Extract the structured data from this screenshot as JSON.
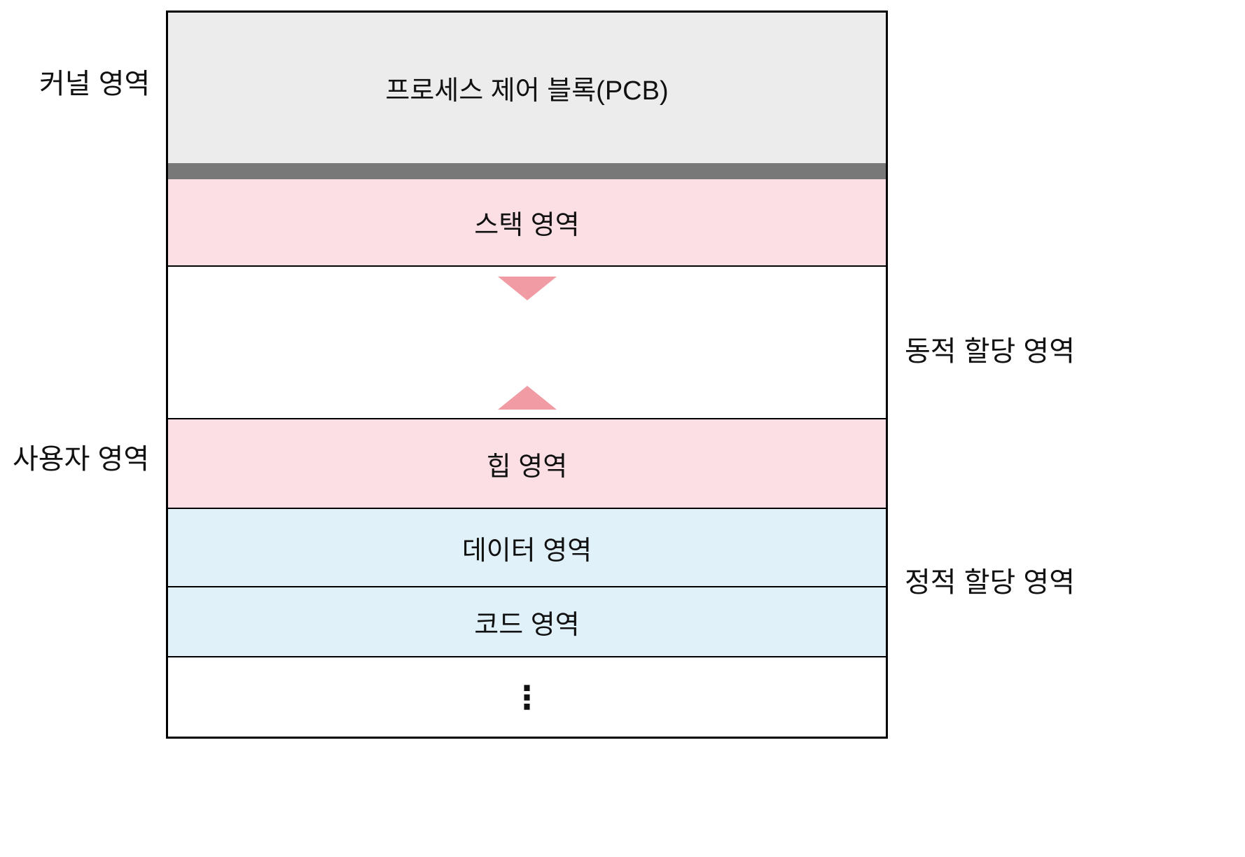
{
  "diagram": {
    "outside_labels": {
      "kernel_area": "커널 영역",
      "user_area": "사용자 영역",
      "dynamic_alloc": "동적 할당 영역",
      "static_alloc": "정적 할당 영역"
    },
    "sections": {
      "pcb": "프로세스 제어 블록(PCB)",
      "stack": "스택 영역",
      "heap": "힙 영역",
      "data": "데이터 영역",
      "code": "코드 영역",
      "ellipsis": "⋮"
    },
    "icons": {
      "stack_growth_arrow": "triangle-down",
      "heap_growth_arrow": "triangle-up"
    },
    "colors": {
      "kernel_bg": "#ececec",
      "divider_bar": "#787878",
      "pink_bg": "#fcdfe4",
      "blue_bg": "#e1f1fa",
      "arrow": "#f19ba4",
      "border": "#000000"
    }
  }
}
